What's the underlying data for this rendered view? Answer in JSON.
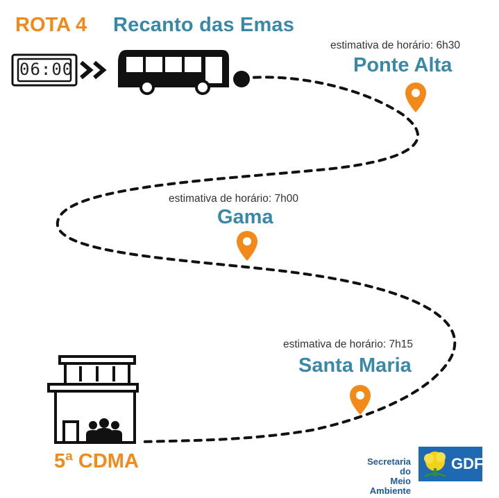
{
  "header": {
    "route_label": "ROTA 4",
    "origin": "Recanto das Emas",
    "departure_time": "06:00"
  },
  "stops": [
    {
      "estimate": "estimativa de horário: 6h30",
      "name": "Ponte Alta"
    },
    {
      "estimate": "estimativa de horário: 7h00",
      "name": "Gama"
    },
    {
      "estimate": "estimativa de horário: 7h15",
      "name": "Santa Maria"
    }
  ],
  "destination": {
    "name": "5ª CDMA"
  },
  "footer": {
    "secretaria_line1": "Secretaria do",
    "secretaria_line2": "Meio Ambiente",
    "gdf_logo": "GDF"
  },
  "colors": {
    "orange": "#f28a1a",
    "blue": "#3a88a8",
    "black": "#111111",
    "gdf_blue": "#1f69b3"
  },
  "icons": [
    "clock-icon",
    "double-arrow-icon",
    "bus-icon",
    "map-pin-icon",
    "building-icon",
    "people-icon",
    "tree-icon"
  ]
}
